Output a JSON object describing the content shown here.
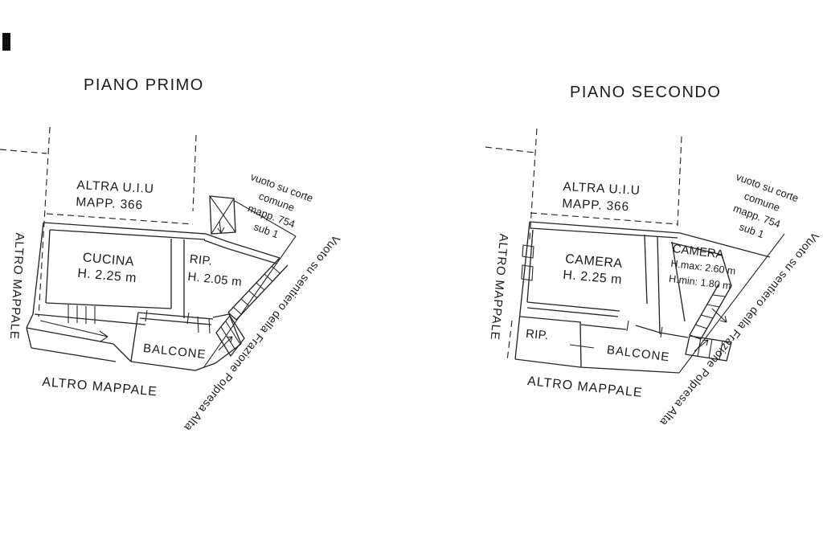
{
  "document": {
    "type_note": "scanned cadastral floor plan drawing",
    "background": "#ffffff",
    "ink": "#262626"
  },
  "plans": [
    {
      "title": "PIANO PRIMO",
      "labels": {
        "other_unit_line1": "ALTRA U.I.U",
        "other_unit_line2": "MAPP. 366",
        "main_room_name": "CUCINA",
        "main_room_height": "H. 2.25 m",
        "storage_name": "RIP.",
        "storage_height": "H. 2.05 m",
        "balcony": "BALCONE",
        "other_parcel_bottom": "ALTRO MAPPALE",
        "other_parcel_left": "ALTRO MAPPALE",
        "court_void_line1": "vuoto su corte",
        "court_void_line2": "comune",
        "court_void_line3": "mapp. 754",
        "court_void_line4": "sub 1",
        "path_void": "Vuoto su sentiero della Frazione Polpresa Alta"
      }
    },
    {
      "title": "PIANO SECONDO",
      "labels": {
        "other_unit_line1": "ALTRA U.I.U",
        "other_unit_line2": "MAPP. 366",
        "main_room_name": "CAMERA",
        "main_room_height": "H. 2.25 m",
        "attic_room_name": "CAMERA",
        "attic_room_hmax": "H.max: 2.60 m",
        "attic_room_hmin": "H.min: 1.80 m",
        "storage_name": "RIP.",
        "balcony": "BALCONE",
        "other_parcel_bottom": "ALTRO MAPPALE",
        "other_parcel_left": "ALTRO MAPPALE",
        "court_void_line1": "vuoto su corte",
        "court_void_line2": "comune",
        "court_void_line3": "mapp. 754",
        "court_void_line4": "sub 1",
        "path_void": "Vuoto su sentiero della Frazione Polpresa Alta"
      }
    }
  ]
}
